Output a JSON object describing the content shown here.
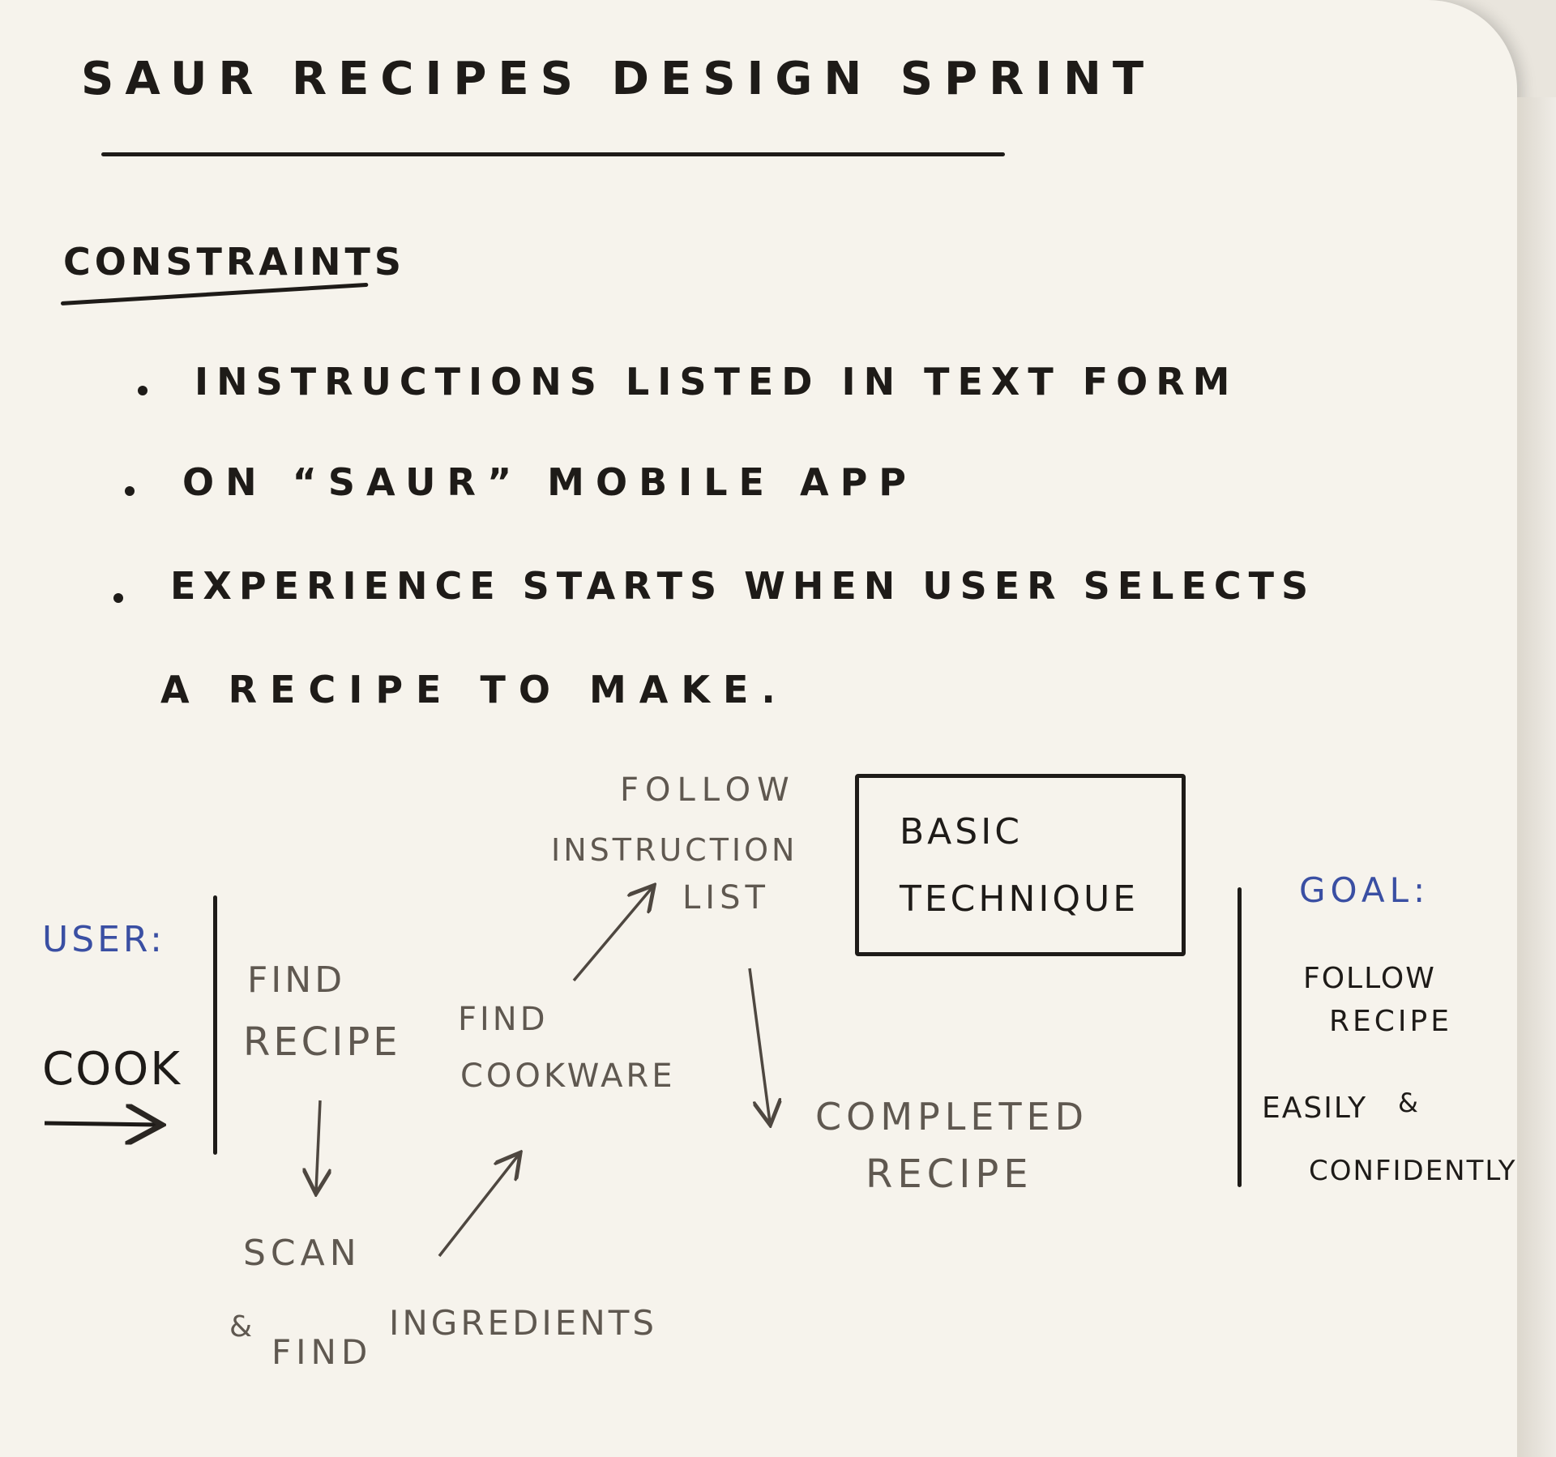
{
  "title": "SAUR RECIPES DESIGN SPRINT",
  "constraints": {
    "heading": "CONSTRAINTS",
    "items": [
      "INSTRUCTIONS LISTED IN TEXT FORM",
      "ON “SAUR” MOBILE APP",
      "EXPERIENCE STARTS WHEN USER SELECTS",
      "A RECIPE TO MAKE."
    ]
  },
  "diagram": {
    "user_label": "USER:",
    "user_value": "COOK",
    "steps": {
      "find_recipe_1": "FIND",
      "find_recipe_2": "RECIPE",
      "scan": "SCAN",
      "find_ingredients": "FIND",
      "ingredients": "INGREDIENTS",
      "find_cookware_1": "FIND",
      "find_cookware_2": "COOKWARE",
      "follow_1": "FOLLOW",
      "follow_2": "INSTRUCTION",
      "follow_3": "LIST",
      "completed_1": "COMPLETED",
      "completed_2": "RECIPE"
    },
    "box_line1": "BASIC",
    "box_line2": "TECHNIQUE",
    "goal_label": "GOAL:",
    "goal_1": "FOLLOW",
    "goal_2": "RECIPE",
    "goal_3": "EASILY",
    "goal_4": "CONFIDENTLY",
    "ampersand": "&"
  },
  "colors": {
    "paper": "#f6f3ec",
    "ink_dark": "#1e1b18",
    "ink_pencil": "#5f5850",
    "ink_blue": "#3a4fa3"
  }
}
